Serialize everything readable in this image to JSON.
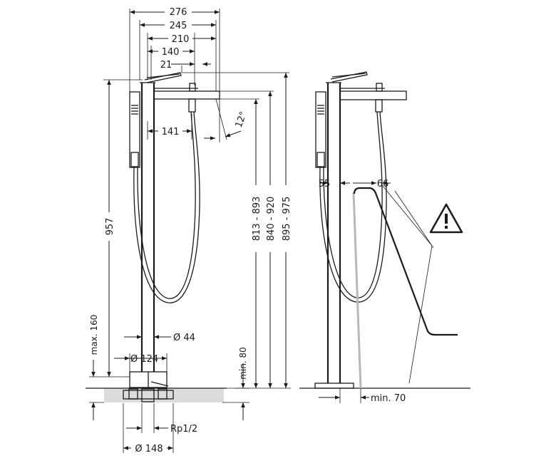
{
  "dimensions": {
    "width_276": "276",
    "width_245": "245",
    "width_210": "210",
    "width_140": "140",
    "offset_21": "21",
    "spout_141": "141",
    "angle_12": "12°",
    "height_957": "957",
    "max_160": "max. 160",
    "dia_44": "Ø 44",
    "dia_124": "Ø 124",
    "min_80": "min. 80",
    "range_813_893": "813 - 893",
    "range_840_920": "840 - 920",
    "range_895_975": "895 - 975",
    "rp_1_2": "Rp1/2",
    "dia_148": "Ø 148",
    "side_55": "55",
    "side_66": "66",
    "min_70": "min. 70"
  },
  "icons": {
    "warning": "warning-triangle-icon"
  },
  "colors": {
    "line": "#1a1a1a",
    "floor": "#dcdcdc",
    "tub_wall": "#b8b8b8"
  }
}
